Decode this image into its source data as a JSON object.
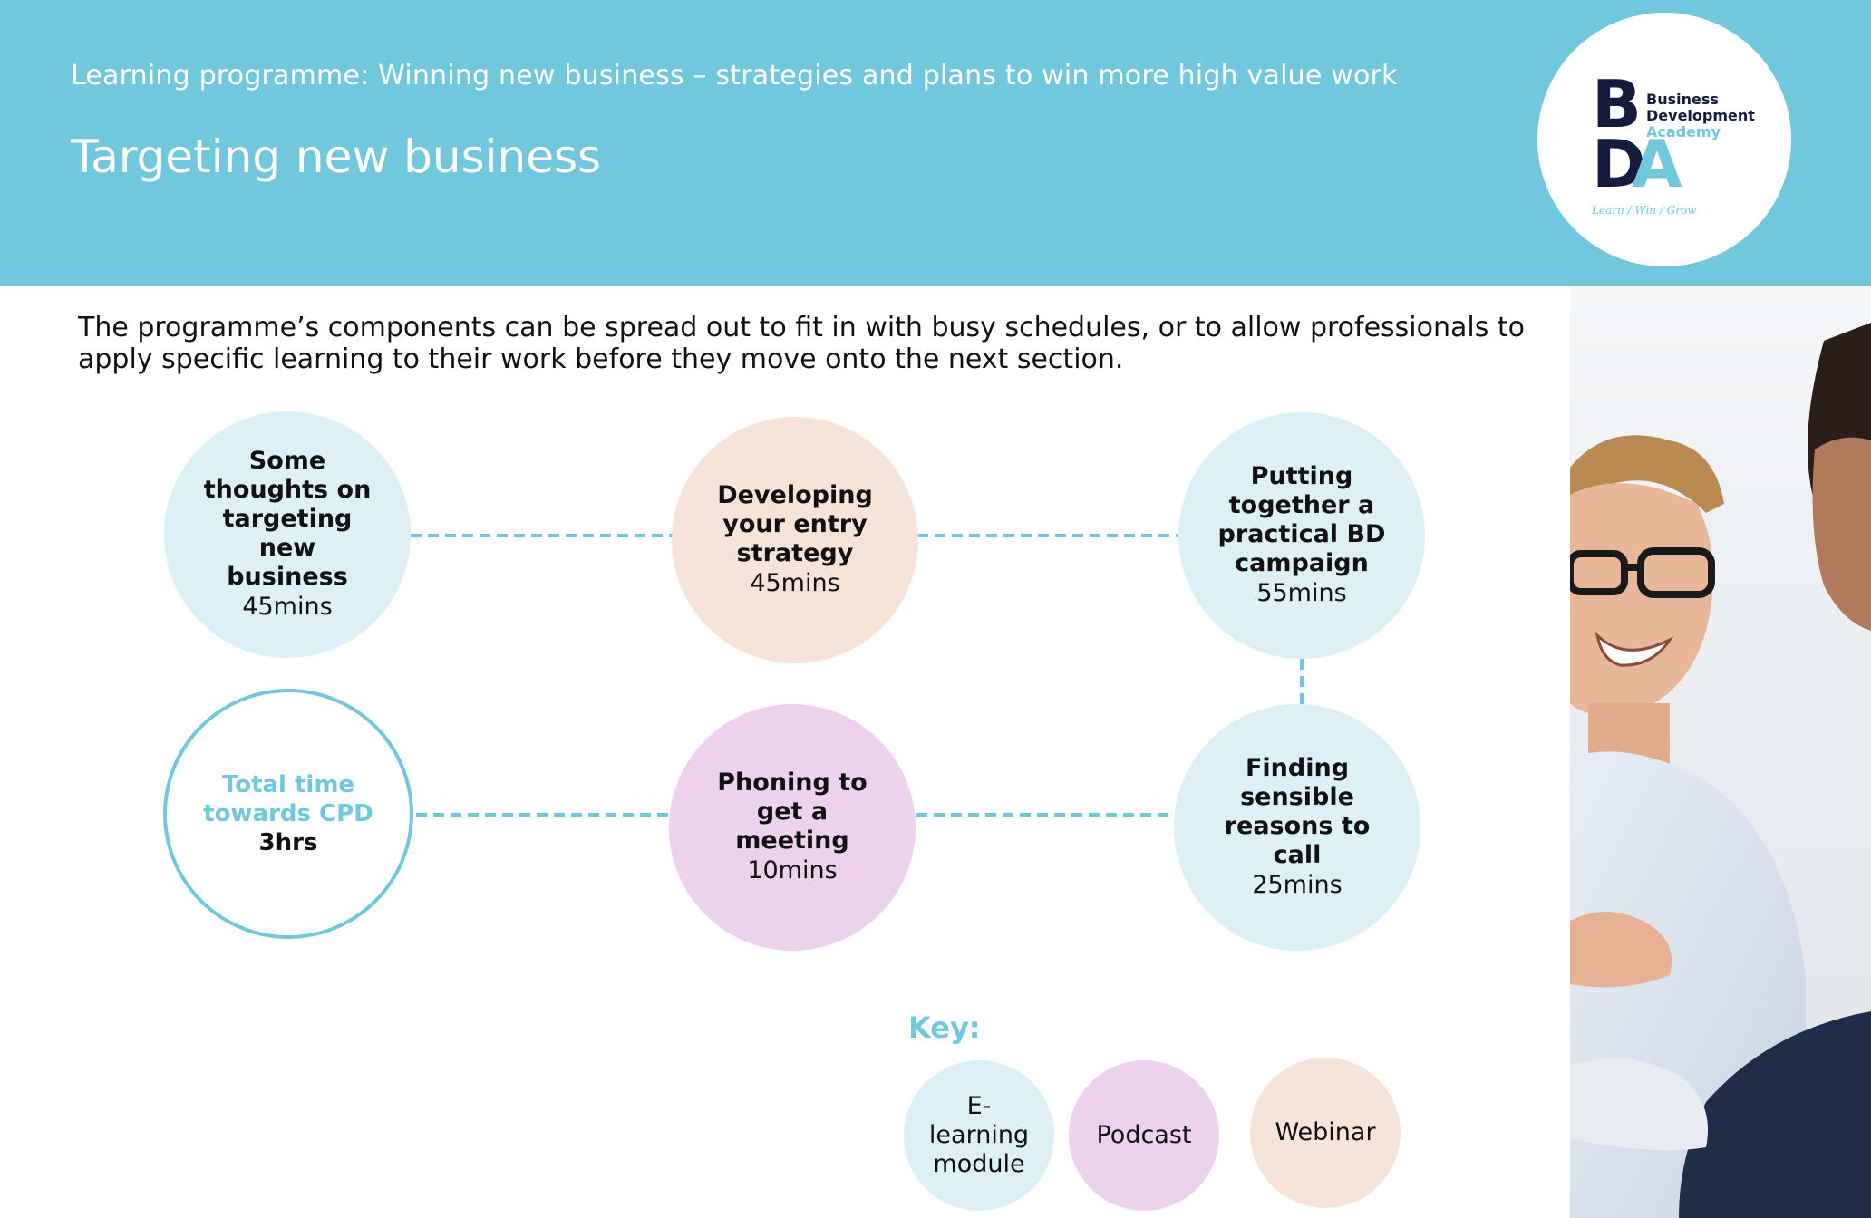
{
  "header": {
    "subtitle": "Learning programme: Winning new business – strategies and plans to win more high value work",
    "title": "Targeting new business",
    "logo": {
      "line1": "Business",
      "line2": "Development",
      "line3": "Academy",
      "tagline": "Learn / Win / Grow",
      "mark_b": "B",
      "mark_d": "D",
      "mark_a": "A"
    }
  },
  "intro": "The programme’s components can be spread out to fit in with busy schedules, or to allow professionals to apply specific learning to their work before they move onto the next section.",
  "modules": [
    {
      "name": "Some thoughts on targeting new business",
      "duration": "45mins",
      "type": "E-learning module"
    },
    {
      "name": "Developing your entry strategy",
      "duration": "45mins",
      "type": "Webinar"
    },
    {
      "name": "Putting together a practical BD campaign",
      "duration": "55mins",
      "type": "E-learning module"
    },
    {
      "name": "Finding sensible reasons to call",
      "duration": "25mins",
      "type": "E-learning module"
    },
    {
      "name": "Phoning to get a meeting",
      "duration": "10mins",
      "type": "Podcast"
    }
  ],
  "total": {
    "label": "Total time towards CPD",
    "value": "3hrs"
  },
  "key": {
    "title": "Key:",
    "items": [
      {
        "label": "E-learning module",
        "color": "#dcf0f6"
      },
      {
        "label": "Podcast",
        "color": "#ecd2ec"
      },
      {
        "label": "Webinar",
        "color": "#f7e4d9"
      }
    ]
  },
  "colors": {
    "brand_blue": "#71c8dd",
    "navy": "#141b3c",
    "elearning": "#dcf0f6",
    "podcast": "#ecd2ec",
    "webinar": "#f7e4d9"
  }
}
